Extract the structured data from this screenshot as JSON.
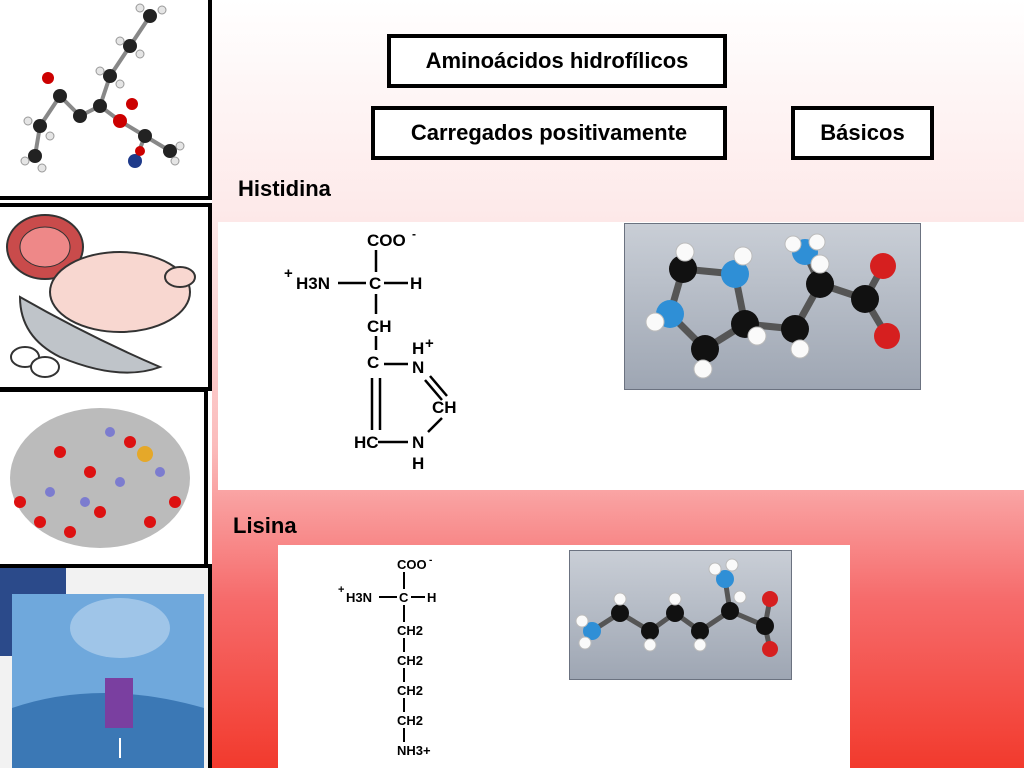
{
  "header": {
    "title": "Aminoácidos hidrofílicos",
    "charge_label": "Carregados positivamente",
    "class_label": "Básicos"
  },
  "histidina": {
    "name": "Histidina",
    "structure": {
      "carboxyl": "COO",
      "carboxyl_charge": "-",
      "amine_charge": "+",
      "amine": "H3N",
      "alpha_c": "C",
      "alpha_h": "H",
      "ch2": "CH",
      "ring_c": "C",
      "ring_nh": "N",
      "ring_nh_h": "H",
      "ring_nh_charge": "+",
      "ring_ch": "CH",
      "ring_hc": "HC",
      "ring_n": "N",
      "ring_n_h": "H"
    }
  },
  "lisina": {
    "name": "Lisina",
    "structure": {
      "carboxyl": "COO",
      "carboxyl_charge": "-",
      "amine_charge": "+",
      "amine": "H3N",
      "alpha_c": "C",
      "alpha_h": "H",
      "ch2_1": "CH2",
      "ch2_2": "CH2",
      "ch2_3": "CH2",
      "ch2_4": "CH2",
      "terminal": "NH3+"
    }
  },
  "colors": {
    "carbon": "#111111",
    "hydrogen": "#f5f5f5",
    "nitrogen": "#2f8fd6",
    "oxygen": "#d61f1f",
    "background_bottom": "#f23a2d"
  }
}
